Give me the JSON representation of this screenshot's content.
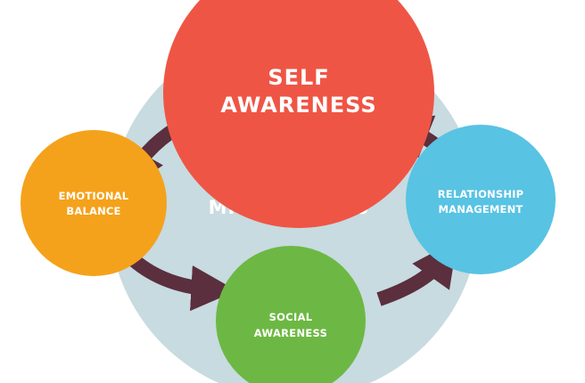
{
  "center": {
    "label": "MINDFULNESS"
  },
  "nodes": {
    "self_awareness": {
      "line1": "SELF",
      "line2": "AWARENESS"
    },
    "emotional_balance": {
      "line1": "EMOTIONAL",
      "line2": "BALANCE"
    },
    "relationship_management": {
      "line1": "RELATIONSHIP",
      "line2": "MANAGEMENT"
    },
    "social_awareness": {
      "line1": "SOCIAL",
      "line2": "AWARENESS"
    }
  },
  "colors": {
    "background_circle": "#c7dbe0",
    "self_awareness": "#ef5545",
    "emotional_balance": "#f4a21c",
    "relationship_management": "#58c3e3",
    "social_awareness": "#6db844",
    "arrow": "#5b2f3d"
  }
}
